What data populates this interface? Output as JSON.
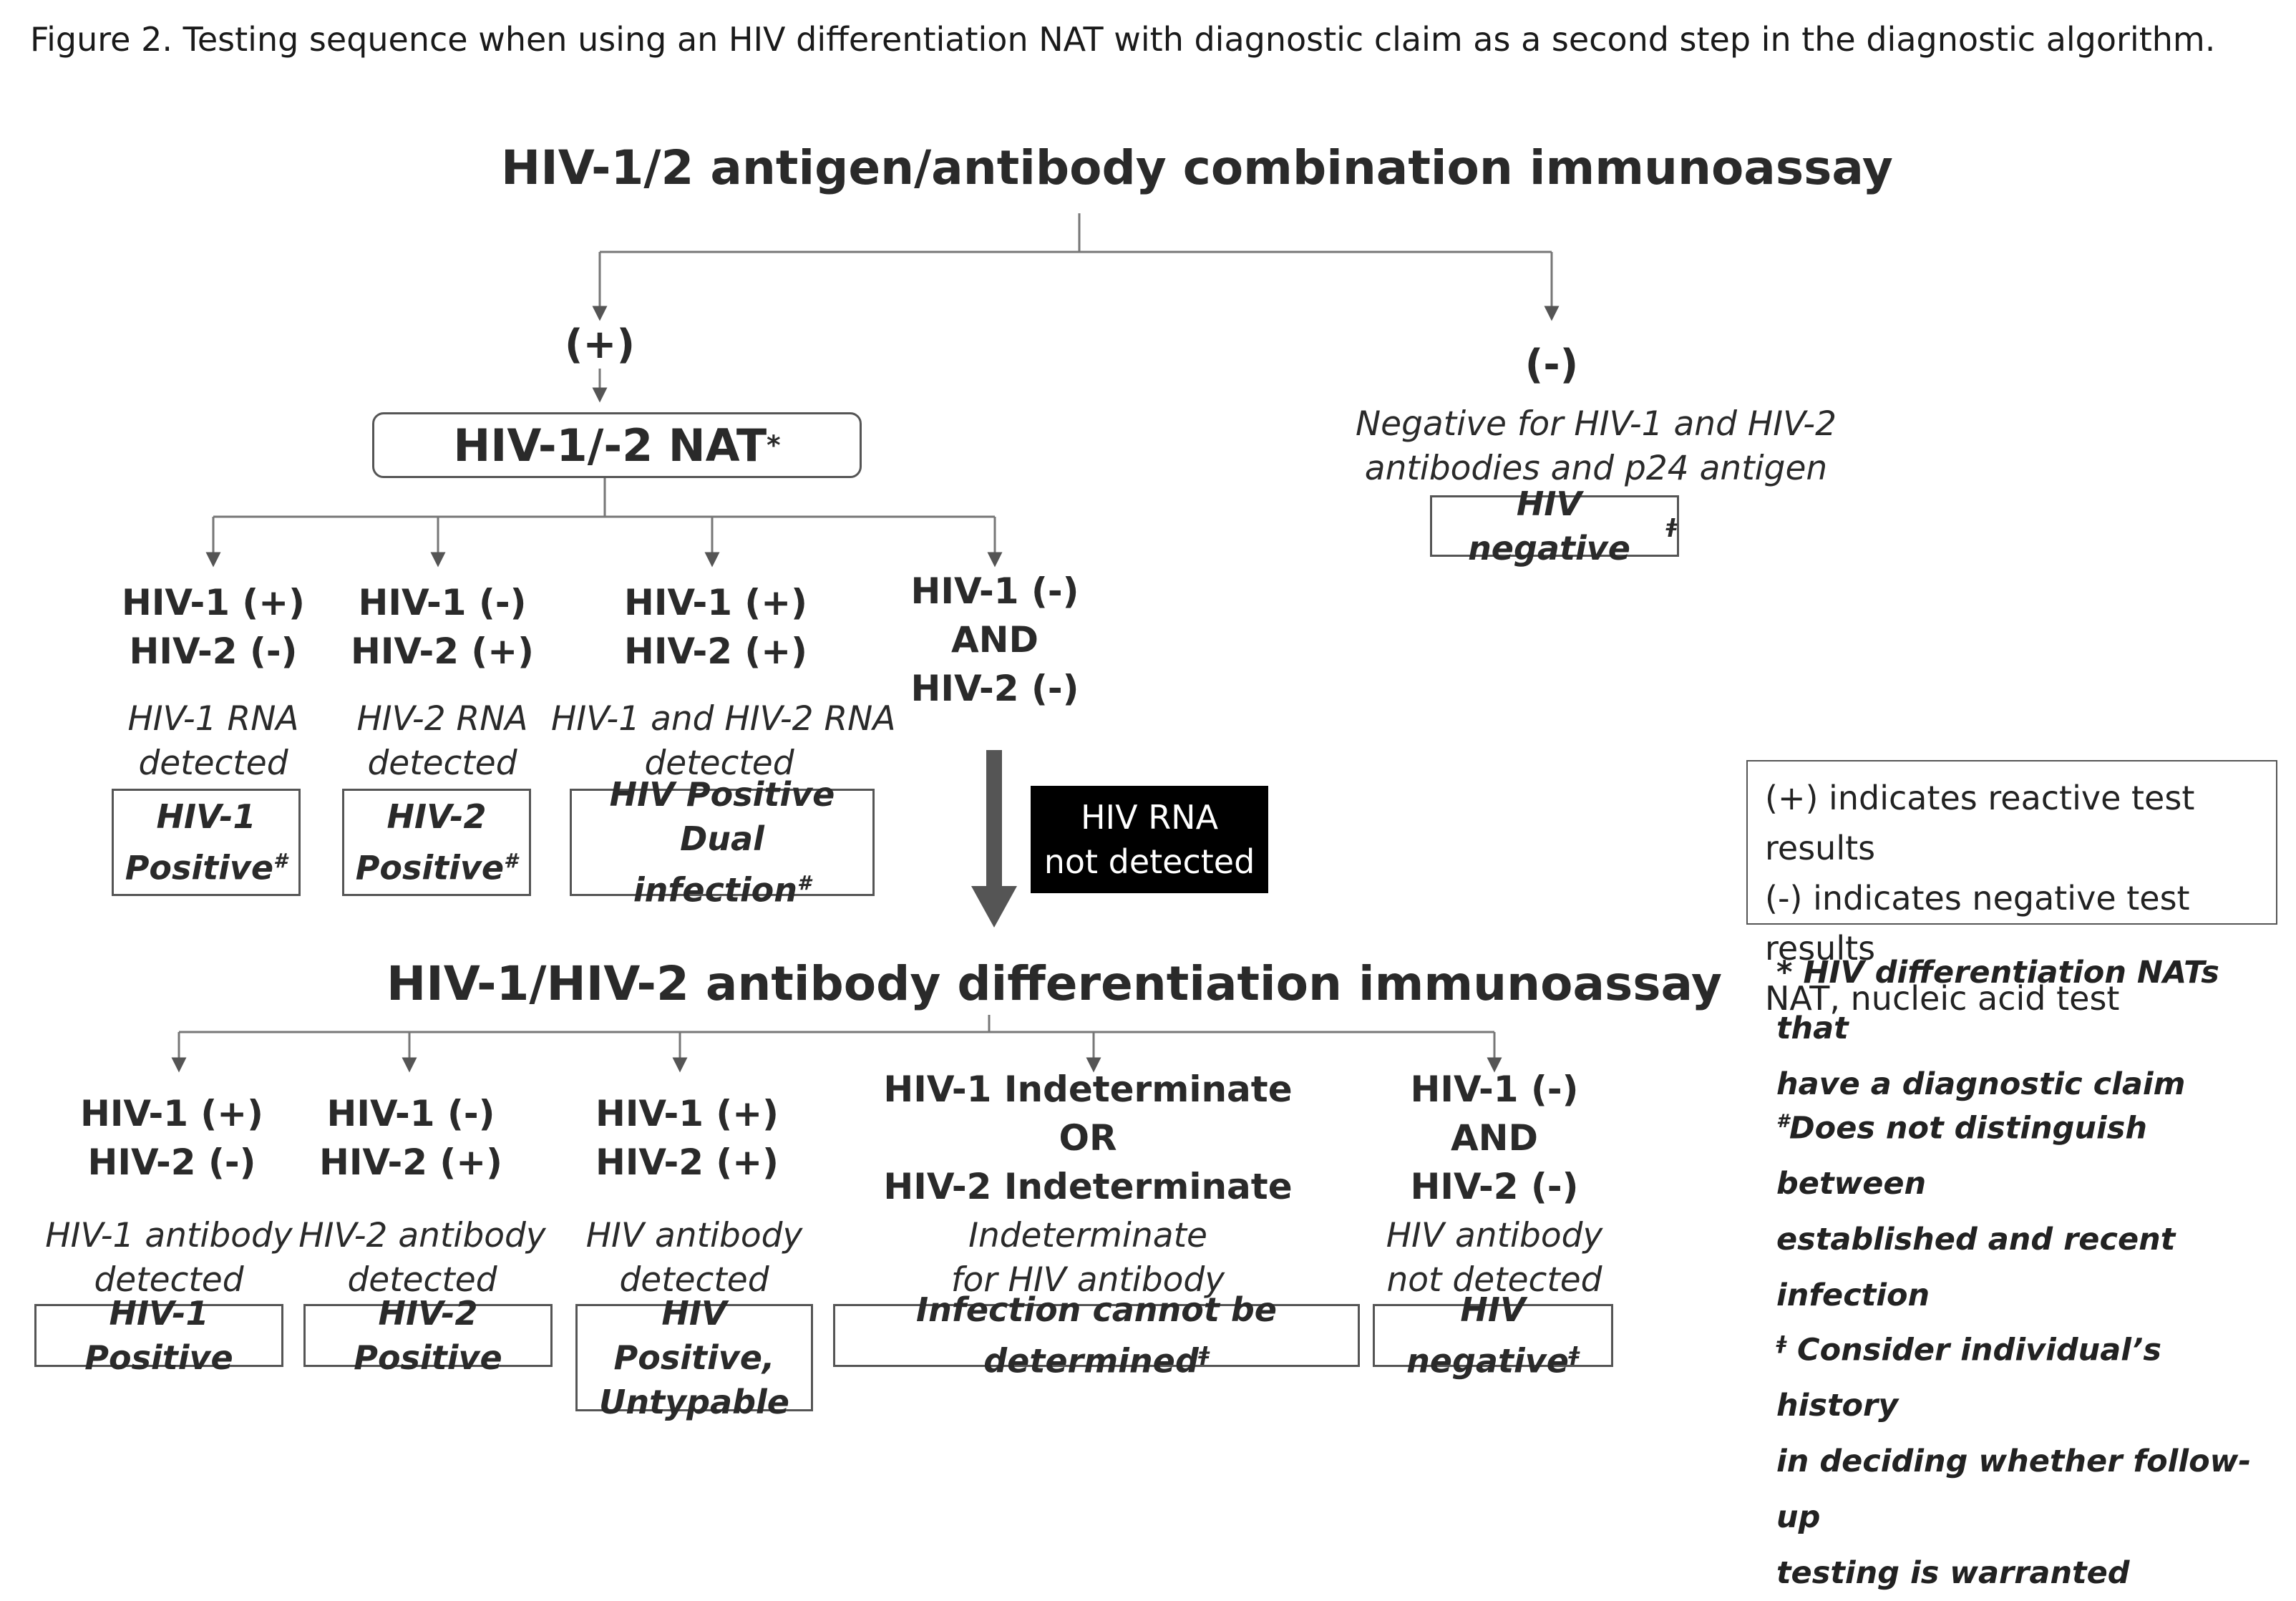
{
  "figure": {
    "caption": "Figure 2. Testing sequence when using an HIV differentiation NAT with diagnostic claim as a second step in the diagnostic algorithm."
  },
  "step1": {
    "title": "HIV-1/2 antigen/antibody combination immunoassay",
    "positive_label": "(+)",
    "negative_label": "(-)",
    "negative_desc": [
      "Negative for HIV-1 and HIV-2",
      "antibodies and p24 antigen"
    ],
    "negative_result": "HIV negative",
    "negative_mark": "ǂ"
  },
  "step2": {
    "title": "HIV-1/-2 NAT",
    "title_mark": "*",
    "branches": [
      {
        "line1": "HIV-1 (+)",
        "line2": "HIV-2 (-)",
        "desc1": "HIV-1 RNA",
        "desc2": "detected",
        "result1": "HIV-1",
        "result2": "Positive",
        "mark": "#"
      },
      {
        "line1": "HIV-1 (-)",
        "line2": "HIV-2 (+)",
        "desc1": "HIV-2 RNA",
        "desc2": "detected",
        "result1": "HIV-2",
        "result2": "Positive",
        "mark": "#"
      },
      {
        "line1": "HIV-1 (+)",
        "line2": "HIV-2 (+)",
        "desc1": "HIV-1 and HIV-2 RNA",
        "desc2": "detected",
        "result1": "HIV Positive Dual",
        "result2": "infection",
        "mark": "#"
      }
    ],
    "neg_branch": {
      "line1": "HIV-1 (-)",
      "line2": "AND",
      "line3": "HIV-2 (-)"
    },
    "not_detected": [
      "HIV RNA",
      "not detected"
    ]
  },
  "step3": {
    "title": "HIV-1/HIV-2 antibody differentiation immunoassay",
    "branches": [
      {
        "line1": "HIV-1 (+)",
        "line2": "HIV-2 (-)",
        "desc1": "HIV-1 antibody",
        "desc2": "detected",
        "result1": "HIV-1 Positive",
        "result2": "",
        "mark": ""
      },
      {
        "line1": "HIV-1 (-)",
        "line2": "HIV-2 (+)",
        "desc1": "HIV-2 antibody",
        "desc2": "detected",
        "result1": "HIV-2 Positive",
        "result2": "",
        "mark": ""
      },
      {
        "line1": "HIV-1 (+)",
        "line2": "HIV-2 (+)",
        "desc1": "HIV antibody",
        "desc2": "detected",
        "result1": "HIV Positive,",
        "result2": "Untypable",
        "mark": ""
      },
      {
        "line1": "HIV-1 Indeterminate",
        "line2": "OR",
        "line3": "HIV-2 Indeterminate",
        "desc1": "Indeterminate",
        "desc2": "for HIV antibody",
        "result1": "Infection cannot be determined",
        "result2": "",
        "mark": "ǂ"
      },
      {
        "line1": "HIV-1 (-)",
        "line2": "AND",
        "line3": "HIV-2 (-)",
        "desc1": "HIV antibody",
        "desc2": "not detected",
        "result1": "HIV negative",
        "result2": "",
        "mark": "ǂ"
      }
    ]
  },
  "legend": {
    "items": [
      "(+) indicates reactive test results",
      "(-)  indicates negative test results",
      "NAT, nucleic acid test"
    ]
  },
  "footnotes": {
    "star_mark": "*",
    "star_text": [
      "HIV differentiation NATs that",
      "have a diagnostic claim"
    ],
    "hash_mark": "#",
    "hash_text": [
      "Does not distinguish between",
      "established and recent",
      "infection"
    ],
    "dagger_mark": "ǂ",
    "dagger_text": [
      "Consider individual’s history",
      "in deciding whether follow-up",
      "testing is warranted"
    ]
  }
}
